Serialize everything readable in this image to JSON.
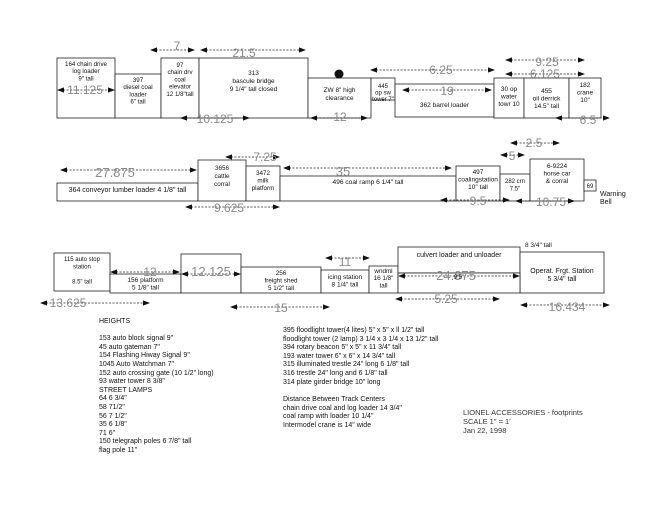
{
  "boxes": [
    {
      "id": "b164",
      "lines": [
        "164 chain drive",
        "log loader",
        "9\" tall"
      ]
    },
    {
      "id": "b397",
      "lines": [
        "397",
        "diesel coal",
        "loader",
        "6\" tall"
      ]
    },
    {
      "id": "b97",
      "lines": [
        "97",
        "chain drv",
        "coal",
        "elevator",
        "12 1/8\"tall"
      ]
    },
    {
      "id": "b313",
      "lines": [
        "313",
        "bascule bridge",
        "9 1/4\" tall closed"
      ]
    },
    {
      "id": "bzw",
      "lines": [
        "ZW  8\" high",
        "clearance"
      ]
    },
    {
      "id": "b445",
      "lines": [
        "445",
        "op sw",
        "tower 7\""
      ]
    },
    {
      "id": "b362",
      "lines": [
        "362 barrel loader"
      ]
    },
    {
      "id": "b30",
      "lines": [
        "30 op",
        "water",
        "towr 10"
      ]
    },
    {
      "id": "b455",
      "lines": [
        "455",
        "oil derrick",
        "14.5\" tall"
      ]
    },
    {
      "id": "b182",
      "lines": [
        "182",
        "crane",
        "10\""
      ]
    },
    {
      "id": "b364",
      "lines": [
        "364 conveyor lumber loader  4 1/8\" tall"
      ]
    },
    {
      "id": "b3656",
      "lines": [
        "3656",
        "cattle",
        "corral"
      ]
    },
    {
      "id": "b3472",
      "lines": [
        "3472",
        "milk",
        "platform"
      ]
    },
    {
      "id": "b496",
      "lines": [
        "496 coal ramp            6 1/4\" tall"
      ]
    },
    {
      "id": "b497",
      "lines": [
        "497",
        "coalingstation",
        "10\" tall"
      ]
    },
    {
      "id": "b282",
      "lines": [
        "282 crn",
        "7.5\""
      ]
    },
    {
      "id": "b6",
      "lines": [
        "6-9224",
        "horse car",
        "& corral"
      ]
    },
    {
      "id": "b69",
      "lines": [
        "69"
      ]
    },
    {
      "id": "b115",
      "lines": [
        "115 auto stop",
        "station",
        "",
        "8.5\" tall"
      ]
    },
    {
      "id": "b156",
      "lines": [
        "156 platform",
        "5 1/8\" tall"
      ]
    },
    {
      "id": "b12125",
      "lines": []
    },
    {
      "id": "b256",
      "lines": [
        "256",
        "freight shed",
        "5 1/2\" tall"
      ]
    },
    {
      "id": "bicing",
      "lines": [
        "icing station",
        "8 1/4\" tall"
      ]
    },
    {
      "id": "bwndml",
      "lines": [
        "wndml",
        "16 1/8\"",
        "tall"
      ]
    },
    {
      "id": "bculvert",
      "lines": [
        "culvert loader and unloader"
      ]
    },
    {
      "id": "boperat",
      "lines": [
        "Operat. Frgt. Station",
        "5 3/4\" tall"
      ]
    }
  ],
  "dimensions": [
    {
      "id": "d7",
      "text": "7"
    },
    {
      "id": "d21",
      "text": "21.5"
    },
    {
      "id": "d11125",
      "text": "11.125"
    },
    {
      "id": "d10125",
      "text": "10.125"
    },
    {
      "id": "d12a",
      "text": "12"
    },
    {
      "id": "d625",
      "text": "6.25"
    },
    {
      "id": "d19",
      "text": "19"
    },
    {
      "id": "d925",
      "text": "9.25"
    },
    {
      "id": "d6125",
      "text": "6.125"
    },
    {
      "id": "d65",
      "text": "6.5"
    },
    {
      "id": "d27",
      "text": "27.875"
    },
    {
      "id": "d725",
      "text": "7.25"
    },
    {
      "id": "d35",
      "text": "35"
    },
    {
      "id": "d25",
      "text": "2.5"
    },
    {
      "id": "d5a",
      "text": "5"
    },
    {
      "id": "d9625",
      "text": "9.625"
    },
    {
      "id": "d95",
      "text": "9.5"
    },
    {
      "id": "d1075",
      "text": "10.75"
    },
    {
      "id": "d12b",
      "text": "12"
    },
    {
      "id": "d12125",
      "text": "12.125"
    },
    {
      "id": "d11",
      "text": "11"
    },
    {
      "id": "d24",
      "text": "24.875"
    },
    {
      "id": "d13",
      "text": "13.625"
    },
    {
      "id": "d15",
      "text": "15"
    },
    {
      "id": "d525",
      "text": "5.25"
    },
    {
      "id": "d16",
      "text": "16.434"
    }
  ],
  "annotations": {
    "warning_bell": [
      "Warning",
      "Bell"
    ],
    "culvert_height": "8 3/4\" tall",
    "culvert_inner": "9.5\""
  },
  "heights": [
    "HEIGHTS",
    "",
    "153 auto block signal    9\"",
    "45 auto gateman  7\"",
    "154  Flashing Hiway Signal  9\"",
    "1045  Auto Watchman  7\"",
    "152  auto crossing gate  (10 1/2\" long)",
    "93  water tower  8 3/8\"",
    "STREET LAMPS",
    "64    6 3/4\"",
    "58   71/2\"",
    "56    7 1/2\"",
    "35   6 1/8\"",
    "71    6\"",
    "150 telegraph poles   6 7/8\" tall",
    "flag pole  11\""
  ],
  "heights2": [
    "395  floodlight tower(4 lites)  5\" x 5\" x ll 1/2\" tall",
    "floodlight tower (2 lamp)  3 1/4 x 3 1/4 x 13 1/2\" tall",
    "394  rotary beacon    5\" x 5\" x 11 3/4\" tall",
    "193  water tower   6\" x 6\" x 14 3/4\" tall",
    "315  illuminated trestle    24\" long    6 1/8\" tall",
    "316  trestle     24\" long  and 6 1/8\" tall",
    "314  plate girder bridge   10\"  long"
  ],
  "distances": [
    "Distance Between Track Centers",
    "chain drive coal and log loader   14 3/4\"",
    "coal ramp with loader  10 1/4\"",
    "Intermodel crane is 14\" wide"
  ],
  "footer": [
    "LIONEL ACCESSORIES  -  footprints",
    "SCALE   1\" = 1'",
    "Jan  22, 1998"
  ]
}
